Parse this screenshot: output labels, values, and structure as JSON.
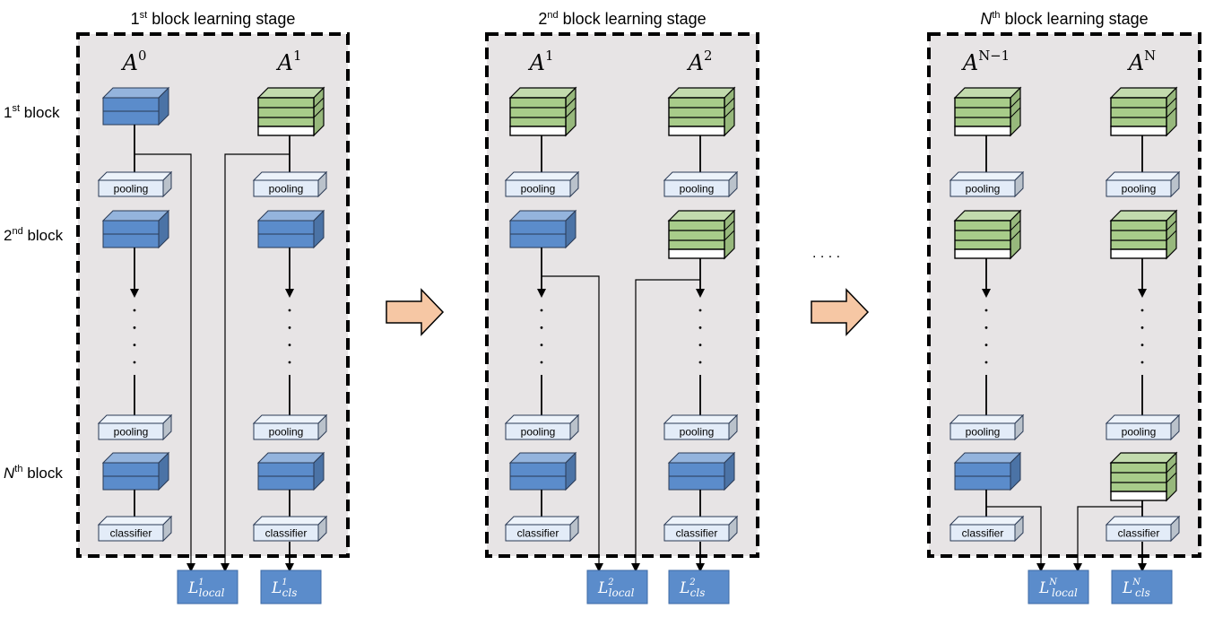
{
  "colors": {
    "panel_bg": "#e7e4e5",
    "blue_block": "#5b8ccb",
    "green_block": "#a8cc8a",
    "pooling_block": "#e3ecf8",
    "loss_box": "#5b8ccb",
    "arrow_fill": "#f6c7a4"
  },
  "row_labels": {
    "first": {
      "n": "1",
      "sup": "st",
      "word": "block"
    },
    "second": {
      "n": "2",
      "sup": "nd",
      "word": "block"
    },
    "nth": {
      "n": "N",
      "sup": "th",
      "word": "block"
    }
  },
  "stages": [
    {
      "title": {
        "n": "1",
        "sup": "st",
        "rest": " block learning stage"
      },
      "col_left": {
        "base": "A",
        "sup": "0"
      },
      "col_right": {
        "base": "A",
        "sup": "1"
      },
      "loss_local": {
        "base": "L",
        "sup": "1",
        "sub": "local"
      },
      "loss_cls": {
        "base": "L",
        "sup": "1",
        "sub": "cls"
      }
    },
    {
      "title": {
        "n": "2",
        "sup": "nd",
        "rest": " block learning stage"
      },
      "col_left": {
        "base": "A",
        "sup": "1"
      },
      "col_right": {
        "base": "A",
        "sup": "2"
      },
      "loss_local": {
        "base": "L",
        "sup": "2",
        "sub": "local"
      },
      "loss_cls": {
        "base": "L",
        "sup": "2",
        "sub": "cls"
      }
    },
    {
      "title": {
        "n": "N",
        "sup": "th",
        "rest": " block learning stage"
      },
      "col_left": {
        "base": "A",
        "sup": "N−1"
      },
      "col_right": {
        "base": "A",
        "sup": "N"
      },
      "loss_local": {
        "base": "L",
        "sup": "N",
        "sub": "local"
      },
      "loss_cls": {
        "base": "L",
        "sup": "N",
        "sub": "cls"
      }
    }
  ],
  "pooling_label": "pooling",
  "classifier_label": "classifier",
  "ellipsis": ". . . ."
}
